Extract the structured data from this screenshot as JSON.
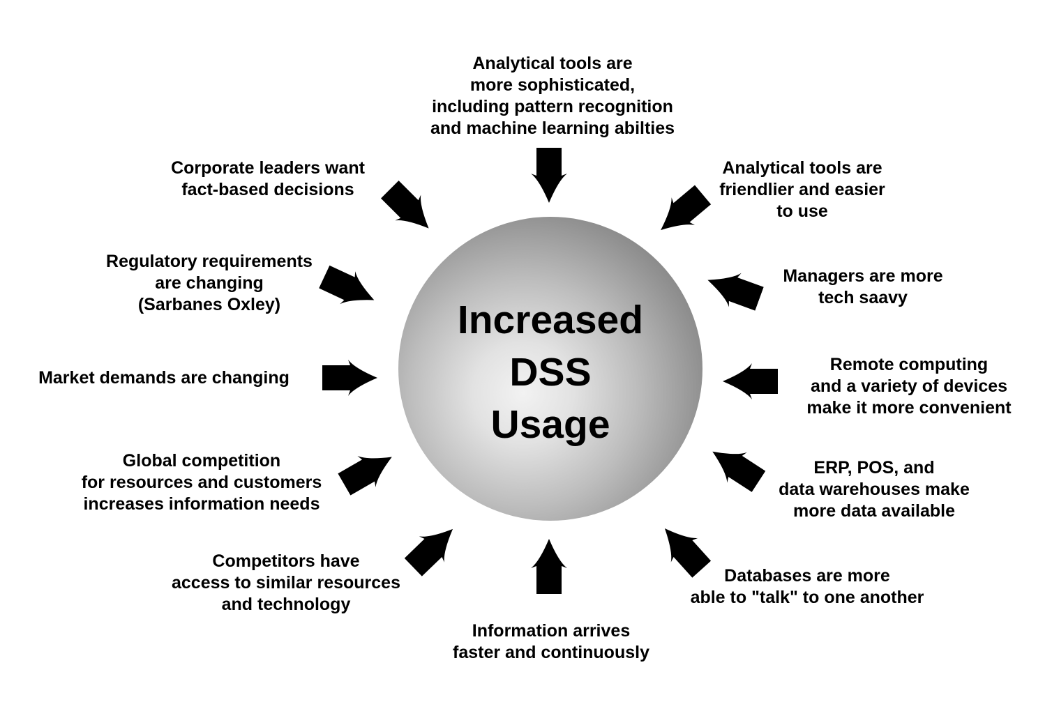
{
  "diagram": {
    "title_hint": "Factors contributing to increased DSS usage",
    "center": {
      "title": "Increased\nDSS\nUsage"
    },
    "colors": {
      "arrow": "#000000",
      "text": "#000000",
      "sphere_edge": "#6a6a6a",
      "sphere_highlight": "#f2f2f2",
      "background": "#ffffff"
    },
    "factors": [
      {
        "id": "analytical-sophisticated",
        "text": "Analytical tools are\nmore sophisticated,\nincluding pattern recognition\nand machine learning abilties"
      },
      {
        "id": "corporate-leaders",
        "text": "Corporate leaders want\nfact-based decisions"
      },
      {
        "id": "analytical-friendlier",
        "text": "Analytical tools are\nfriendlier and easier\nto use"
      },
      {
        "id": "regulatory-requirements",
        "text": "Regulatory requirements\nare changing\n(Sarbanes Oxley)"
      },
      {
        "id": "managers-tech",
        "text": "Managers are more\ntech saavy"
      },
      {
        "id": "market-demands",
        "text": "Market demands are changing"
      },
      {
        "id": "remote-computing",
        "text": "Remote computing\nand a variety of devices\nmake it more convenient"
      },
      {
        "id": "global-competition",
        "text": "Global competition\nfor resources and customers\nincreases information needs"
      },
      {
        "id": "erp-pos",
        "text": "ERP, POS, and\ndata warehouses make\nmore data available"
      },
      {
        "id": "competitors",
        "text": "Competitors have\naccess to similar resources\nand technology"
      },
      {
        "id": "databases",
        "text": "Databases are more\nable to \"talk\" to one another"
      },
      {
        "id": "information-arrives",
        "text": "Information arrives\nfaster and continuously"
      }
    ]
  }
}
